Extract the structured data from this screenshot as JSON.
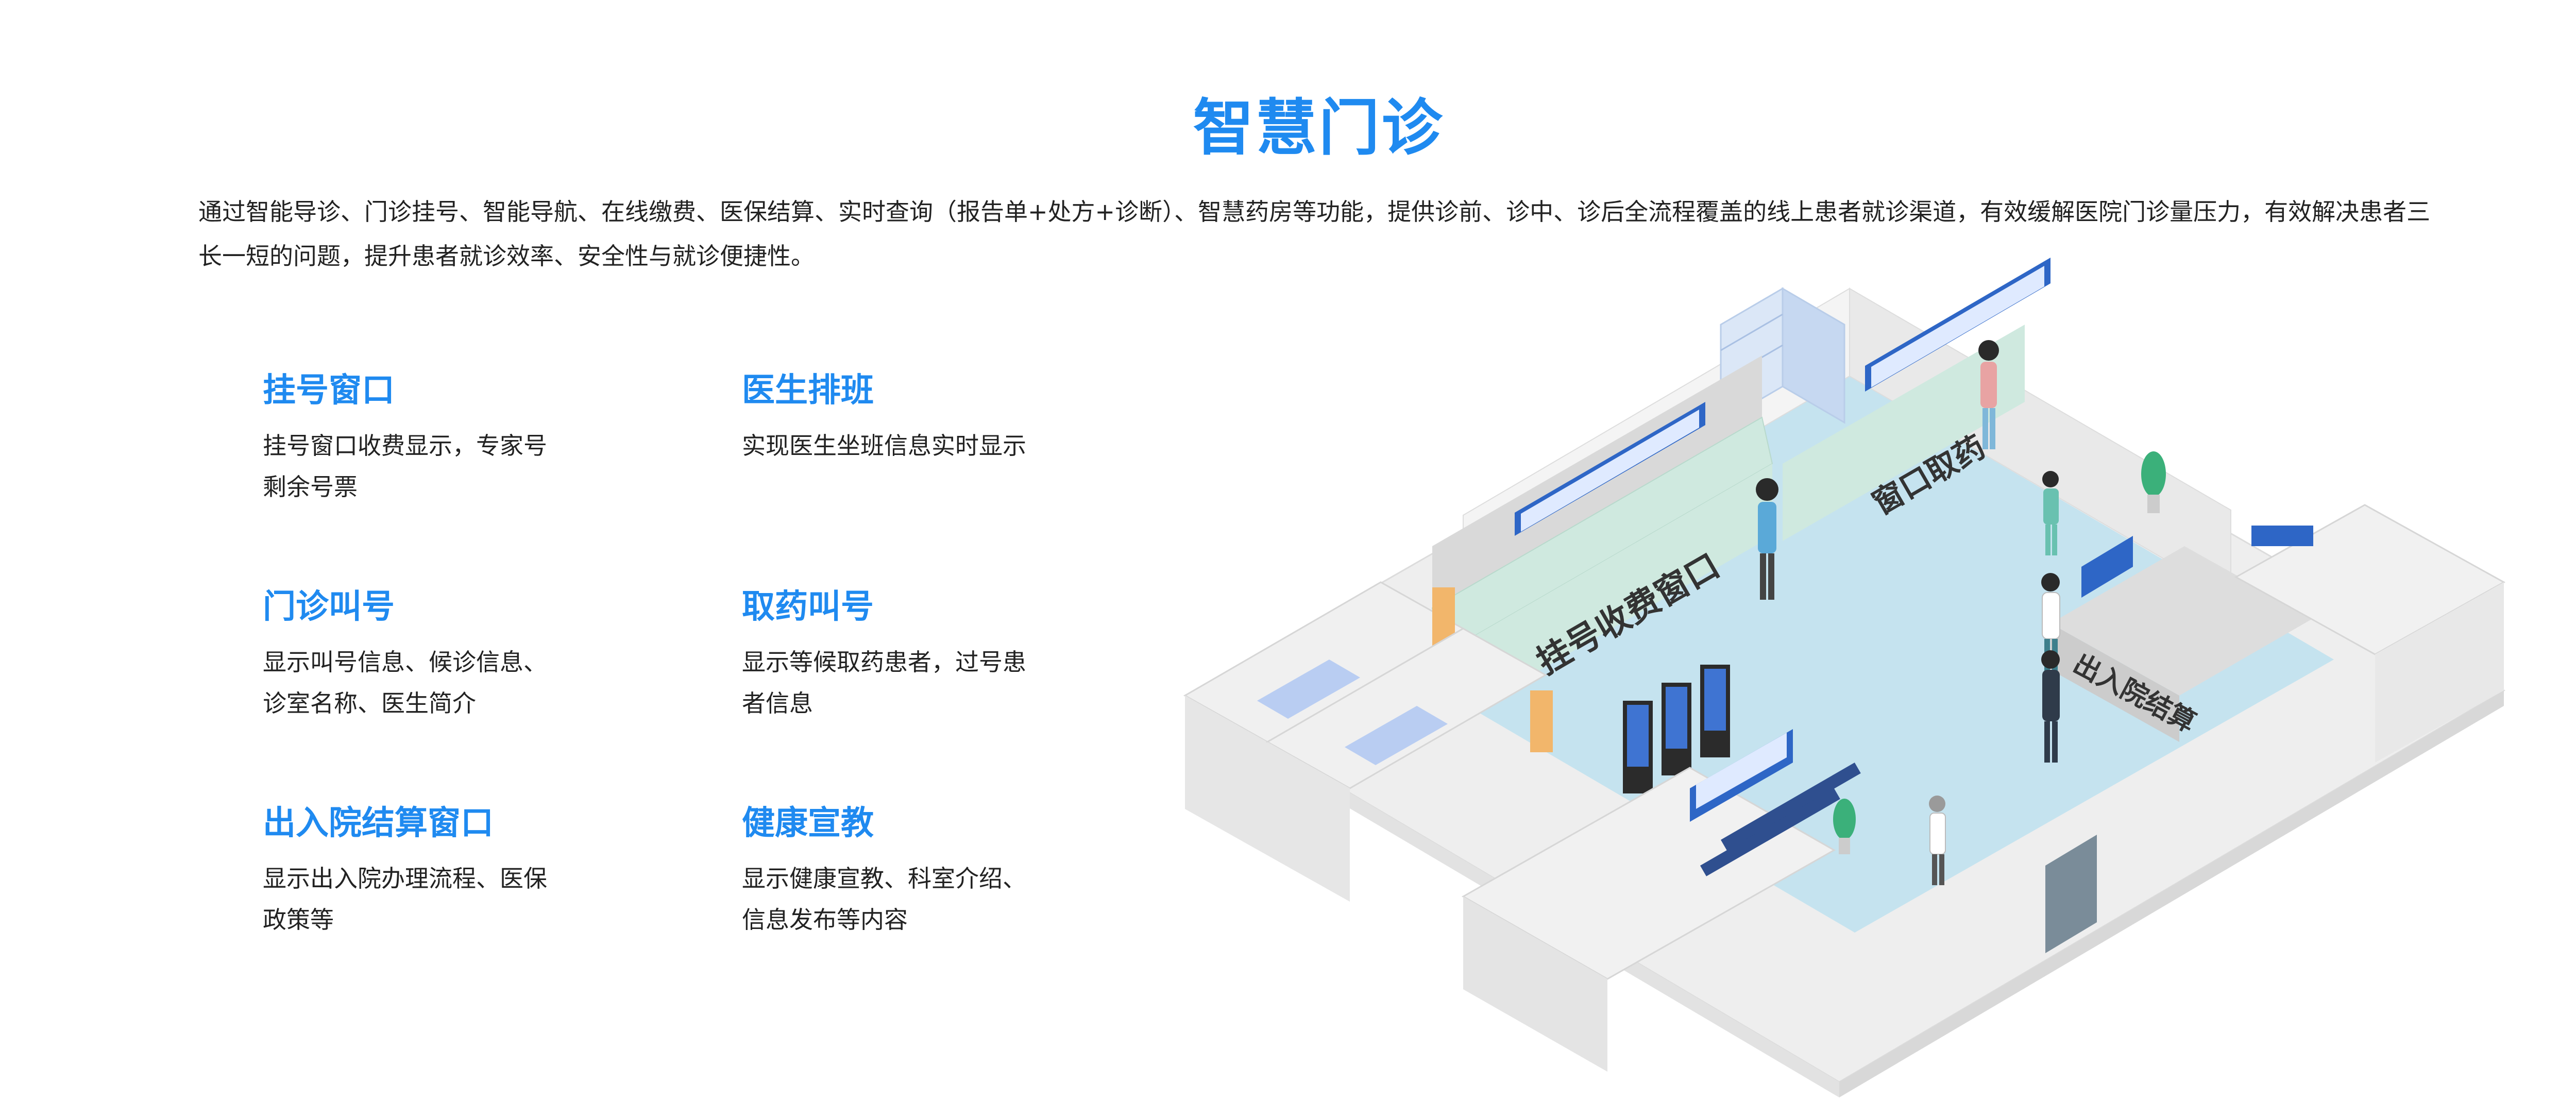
{
  "page": {
    "title": "智慧门诊",
    "intro": "通过智能导诊、门诊挂号、智能导航、在线缴费、医保结算、实时查询（报告单+处方+诊断）、智慧药房等功能，提供诊前、诊中、诊后全流程覆盖的线上患者就诊渠道，有效缓解医院门诊量压力，有效解决患者三长一短的问题，提升患者就诊效率、安全性与就诊便捷性。"
  },
  "features": [
    {
      "title": "挂号窗口",
      "desc_line1": "挂号窗口收费显示，专家号",
      "desc_line2": "剩余号票"
    },
    {
      "title": "医生排班",
      "desc_line1": "实现医生坐班信息实时显示",
      "desc_line2": ""
    },
    {
      "title": "门诊叫号",
      "desc_line1": "显示叫号信息、候诊信息、",
      "desc_line2": "诊室名称、医生简介"
    },
    {
      "title": "取药叫号",
      "desc_line1": "显示等候取药患者，过号患",
      "desc_line2": "者信息"
    },
    {
      "title": "出入院结算窗口",
      "desc_line1": "显示出入院办理流程、医保",
      "desc_line2": "政策等"
    },
    {
      "title": "健康宣教",
      "desc_line1": "显示健康宣教、科室介绍、",
      "desc_line2": "信息发布等内容"
    }
  ],
  "illustration": {
    "sign_registration": "挂号收费窗口",
    "sign_pharmacy": "窗口取药",
    "sign_settlement": "出入院结算"
  },
  "colors": {
    "accent": "#1f8af0",
    "floor": "#c5e3ef",
    "counter_green": "#cfe9df",
    "wall": "#eeeeee"
  }
}
